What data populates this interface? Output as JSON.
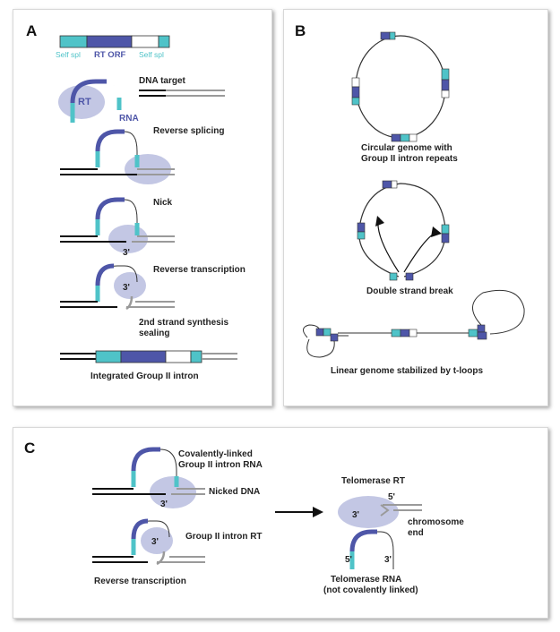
{
  "colors": {
    "teal": "#4fc3c8",
    "purple": "#4e56a8",
    "bubble": "#b9bddf",
    "dna_black": "#111111",
    "dna_gray": "#9a9a9a"
  },
  "panel_a": {
    "letter": "A",
    "gene_labels": {
      "self_spl_left": "Self spl",
      "rt_orf": "RT ORF",
      "self_spl_right": "Self spl"
    },
    "rt": "RT",
    "rna": "RNA",
    "dna_target": "DNA target",
    "reverse_splicing": "Reverse splicing",
    "nick": "Nick",
    "three_prime": "3'",
    "reverse_transcription": "Reverse transcription",
    "second_strand_line1": "2nd strand synthesis",
    "second_strand_line2": "sealing",
    "integrated": "Integrated Group II intron"
  },
  "panel_b": {
    "letter": "B",
    "circular_line1": "Circular genome with",
    "circular_line2": "Group II intron repeats",
    "double_strand_break": "Double strand break",
    "linear": "Linear genome stabilized by t-loops"
  },
  "panel_c": {
    "letter": "C",
    "covalent_line1": "Covalently-linked",
    "covalent_line2": "Group II intron RNA",
    "nicked_dna": "Nicked DNA",
    "three_prime": "3'",
    "group_ii_rt": "Group II intron RT",
    "reverse_transcription": "Reverse transcription",
    "telomerase_rt": "Telomerase RT",
    "five_prime": "5'",
    "chromosome_line1": "chromosome",
    "chromosome_line2": "end",
    "telomerase_rna": "Telomerase RNA",
    "not_covalent": "(not covalently linked)"
  }
}
